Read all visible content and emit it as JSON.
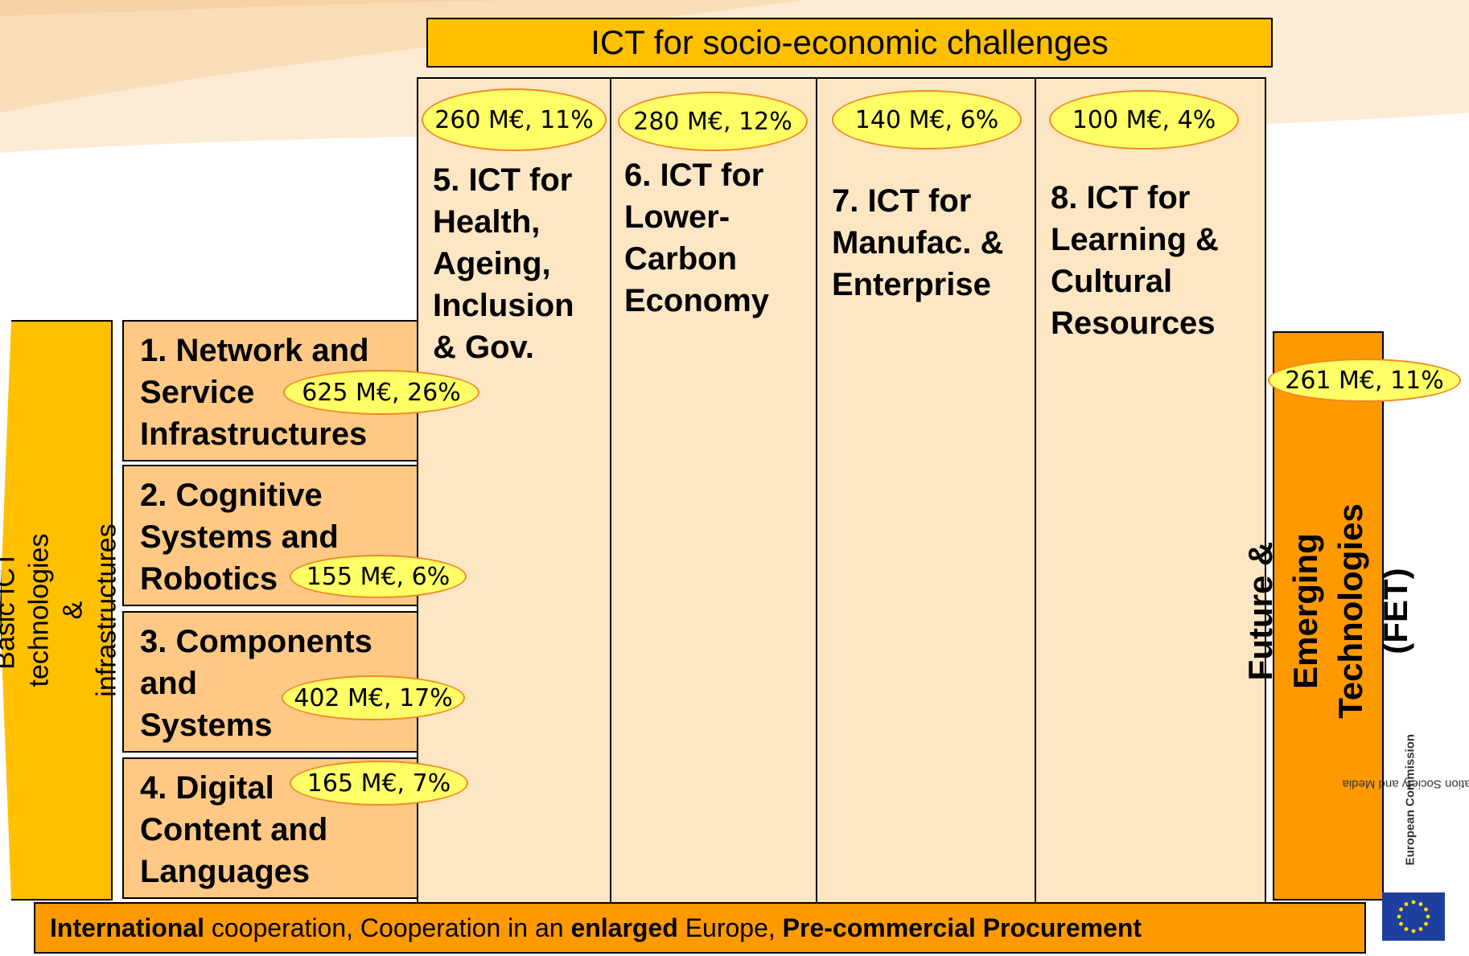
{
  "banner": {
    "title": "ICT for socio-economic challenges"
  },
  "columns": [
    {
      "budget": "260 M€, 11%",
      "title": "5. ICT for\nHealth,\nAgeing,\nInclusion\n& Gov."
    },
    {
      "budget": "280 M€, 12%",
      "title": "6. ICT for\nLower-\nCarbon\nEconomy"
    },
    {
      "budget": "140 M€, 6%",
      "title": "7. ICT for\nManufac. &\nEnterprise"
    },
    {
      "budget": "100 M€, 4%",
      "title": "8. ICT for\nLearning &\nCultural\nResources"
    }
  ],
  "basic": {
    "label": "Basic ICT technologies &\ninfrastructures"
  },
  "rows": [
    {
      "title": "1. Network and\nService\nInfrastructures",
      "budget": "625 M€, 26%"
    },
    {
      "title": "2. Cognitive\nSystems and\nRobotics",
      "budget": "155 M€, 6%"
    },
    {
      "title": "3. Components\nand\nSystems",
      "budget": "402 M€, 17%"
    },
    {
      "title": "4. Digital\nContent and\nLanguages",
      "budget": "165 M€, 7%"
    }
  ],
  "fet": {
    "label": "Future & Emerging\nTechnologies (FET)",
    "budget": "261 M€, 11%"
  },
  "bottom": {
    "part1": "International",
    "part2": " cooperation, Cooperation in an ",
    "part3": "enlarged",
    "part4": " Europe, ",
    "part5": "Pre-commercial Procurement"
  },
  "logo": {
    "line1": "European Commission",
    "line2": "Information Society and Media"
  },
  "colors": {
    "banner": "#ffc000",
    "column": "#fde6c3",
    "row": "#ffc985",
    "fet": "#ff9900",
    "ellipse": "#ffff66"
  }
}
